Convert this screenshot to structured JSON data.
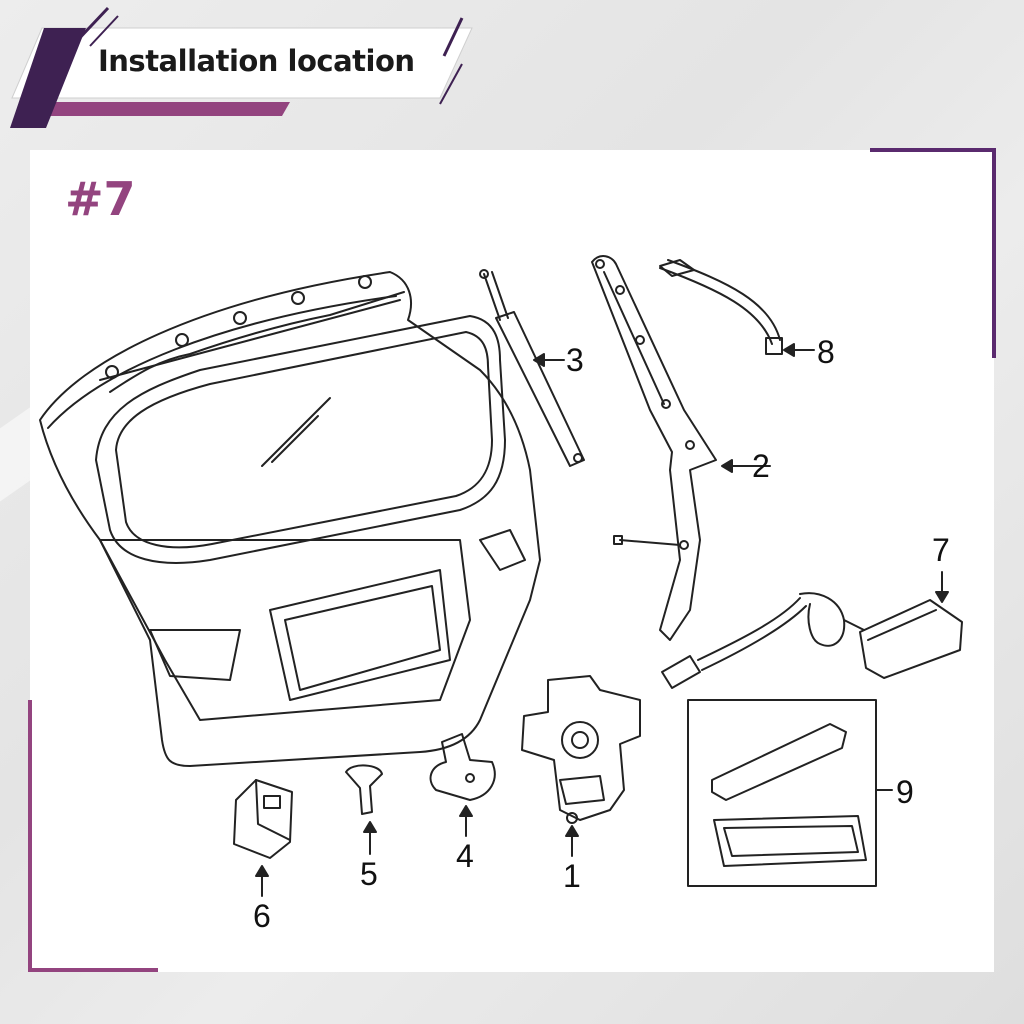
{
  "banner": {
    "title": "Installation location"
  },
  "panel": {
    "tag": "#7"
  },
  "callouts": {
    "c1": "1",
    "c2": "2",
    "c3": "3",
    "c4": "4",
    "c5": "5",
    "c6": "6",
    "c7": "7",
    "c8": "8",
    "c9": "9"
  },
  "colors": {
    "accent": "#93447f",
    "dark": "#5a2a6e",
    "line": "#222222"
  }
}
